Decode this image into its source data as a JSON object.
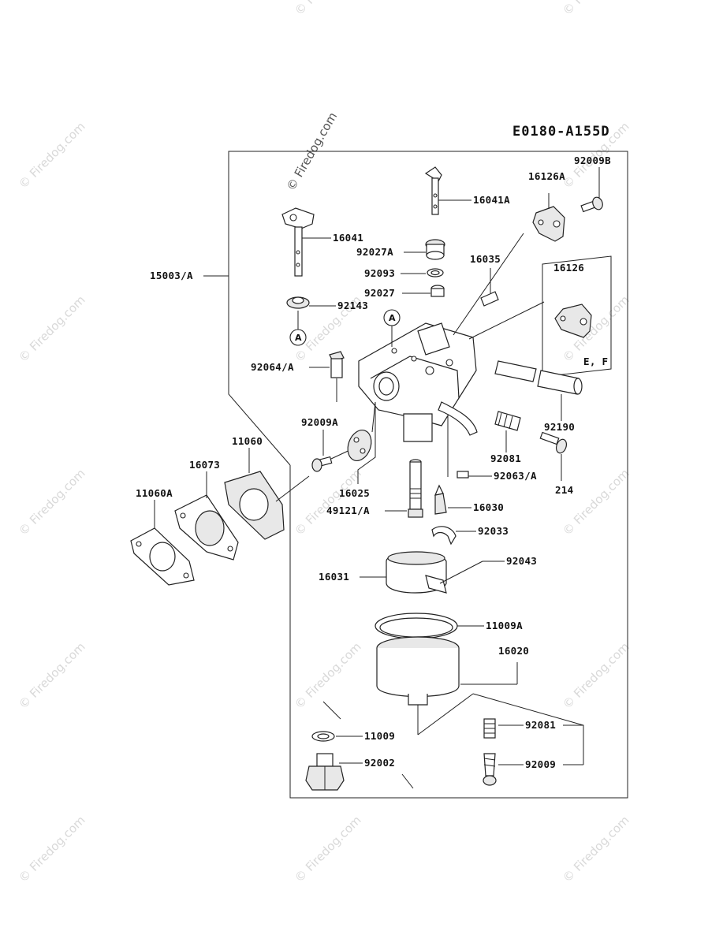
{
  "diagram_code": "E0180-A155D",
  "watermark": "© Firedog.com",
  "callouts": {
    "ref_a": "A",
    "ref_ef": "E, F"
  },
  "labels": {
    "p92009B": "92009B",
    "p16126A": "16126A",
    "p16041A": "16041A",
    "p16041": "16041",
    "p92027A": "92027A",
    "p16035": "16035",
    "p92093": "92093",
    "p92027": "92027",
    "p92143": "92143",
    "p15003A": "15003/A",
    "p16126": "16126",
    "p92064A": "92064/A",
    "p92009A": "92009A",
    "p11060": "11060",
    "p16073": "16073",
    "p11060A": "11060A",
    "p16025": "16025",
    "p92190": "92190",
    "p92081a": "92081",
    "p92063A": "92063/A",
    "p214": "214",
    "p16030": "16030",
    "p49121A": "49121/A",
    "p92033": "92033",
    "p92043": "92043",
    "p16031": "16031",
    "p11009A": "11009A",
    "p16020": "16020",
    "p92081b": "92081",
    "p11009": "11009",
    "p92002": "92002",
    "p92009": "92009"
  }
}
